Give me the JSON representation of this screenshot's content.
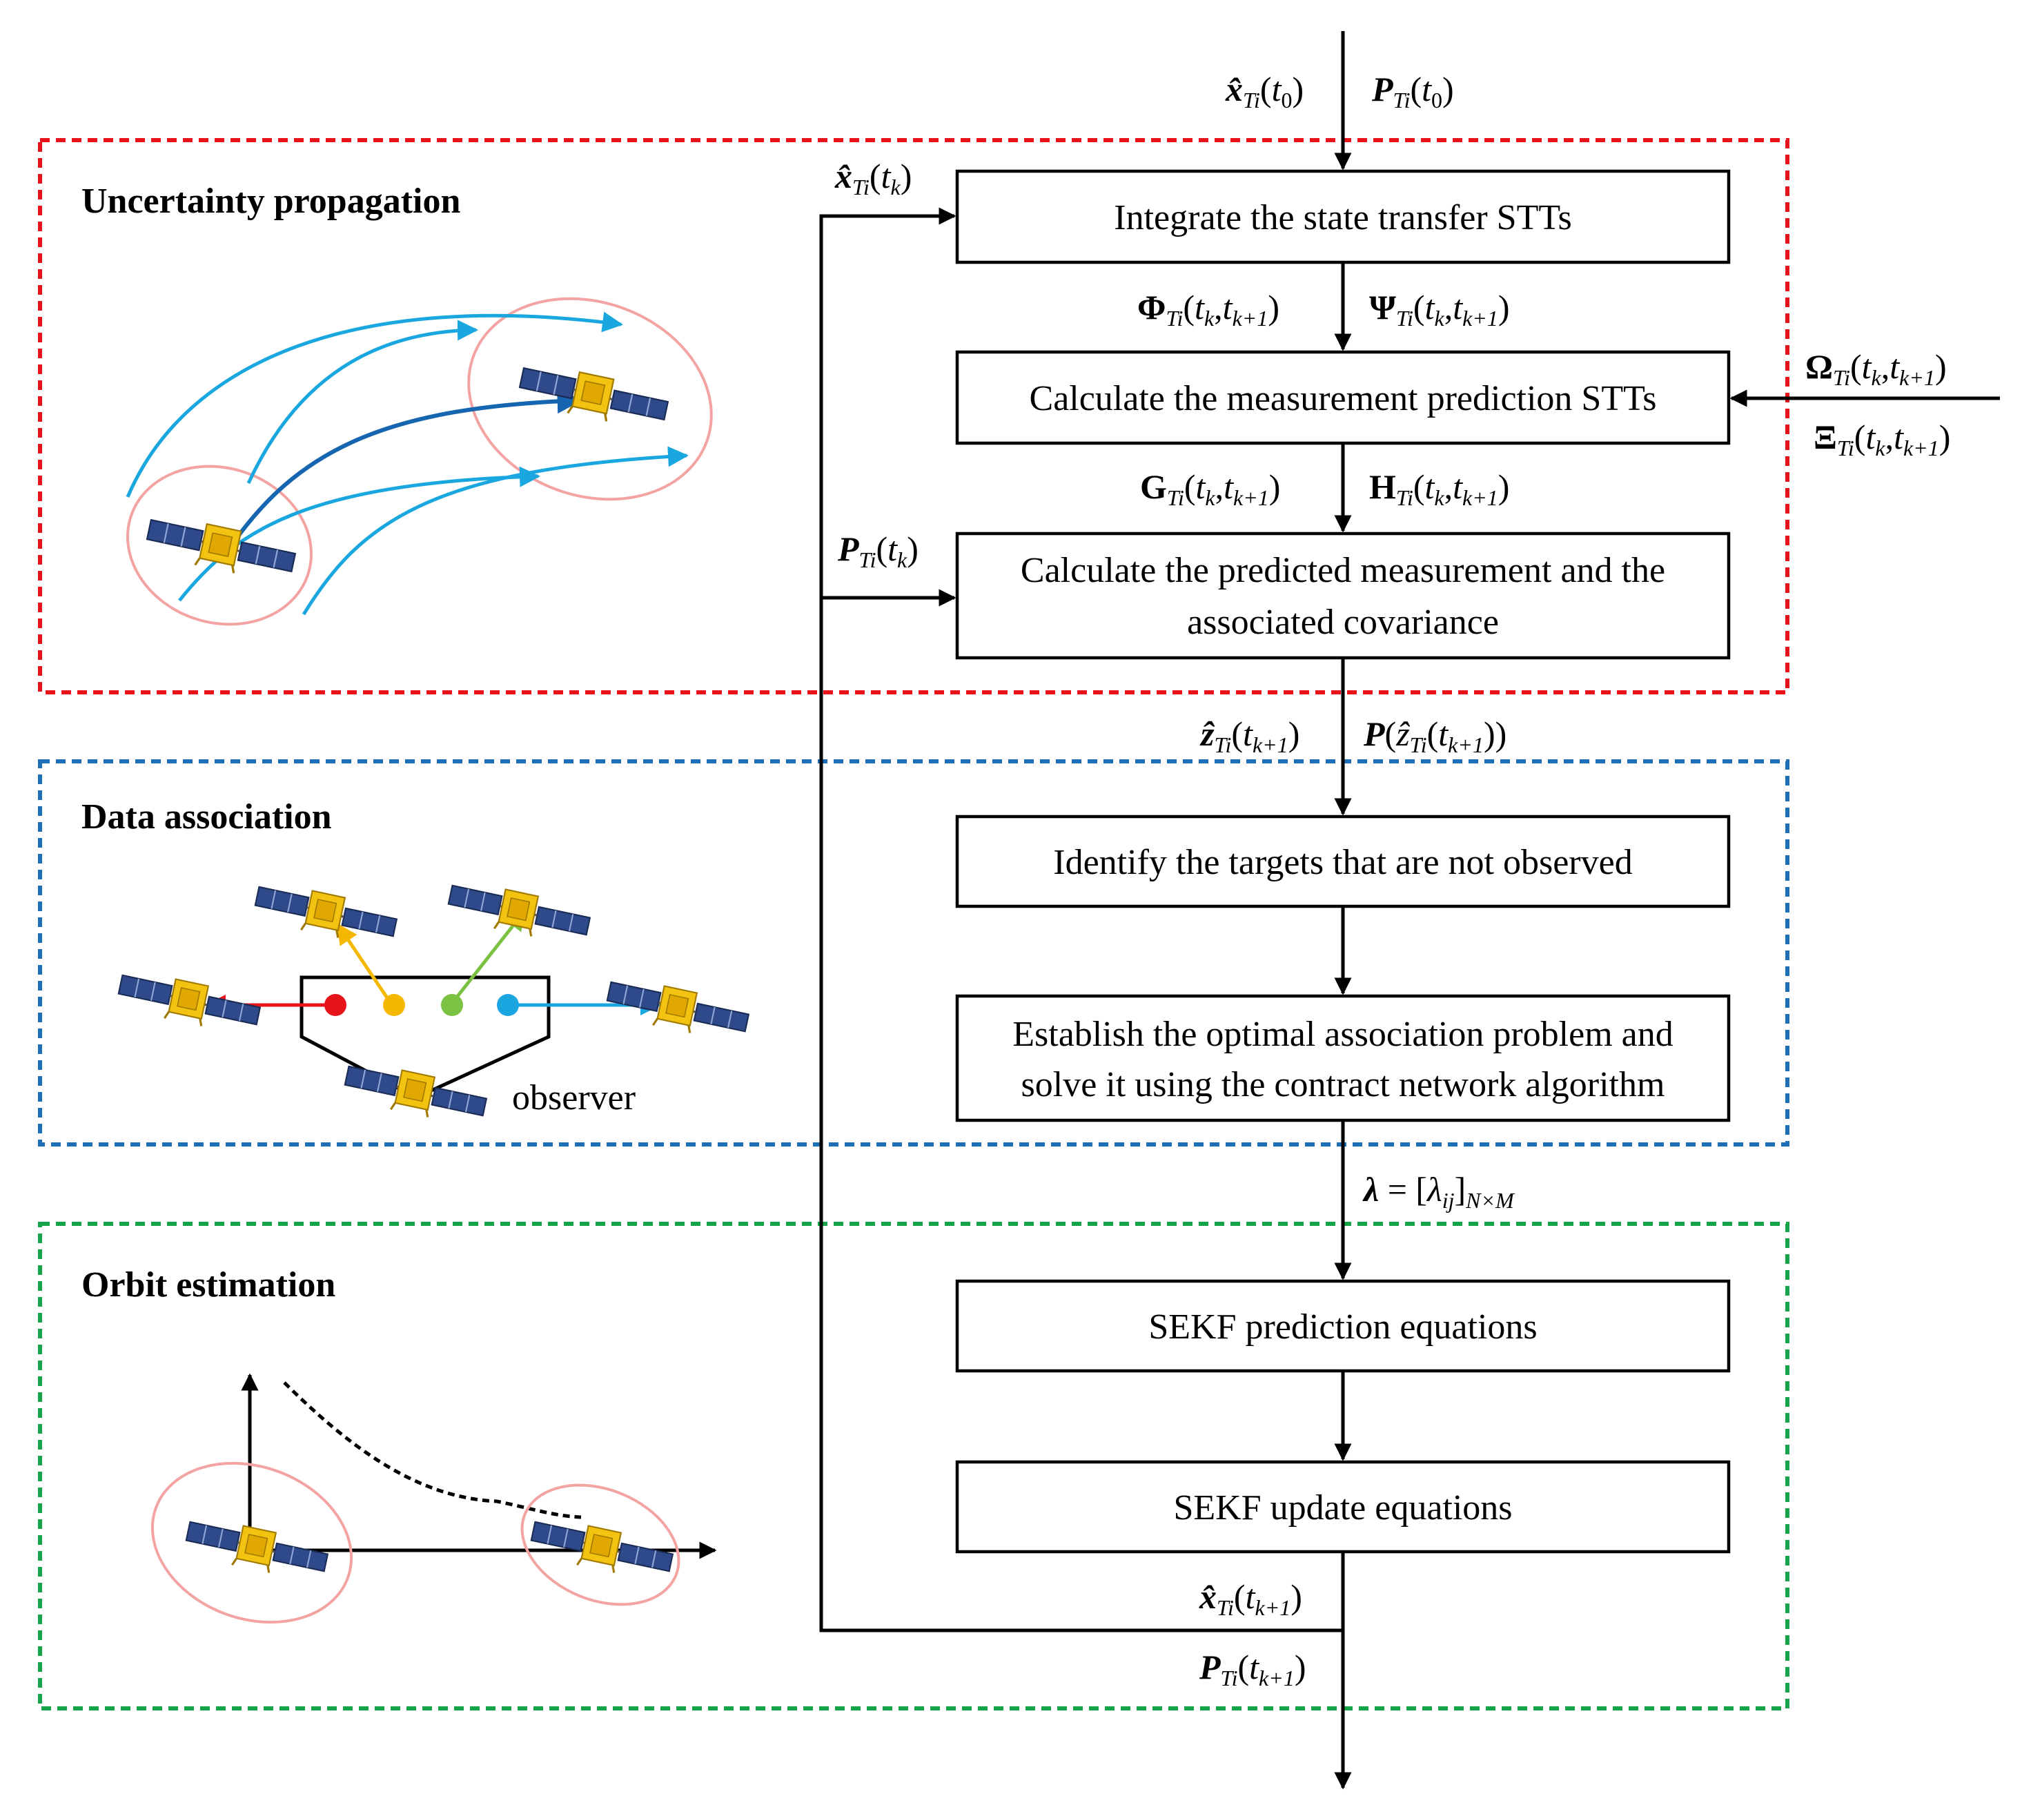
{
  "panels": {
    "uncertainty": {
      "title": "Uncertainty propagation",
      "color": "#e8141b"
    },
    "association": {
      "title": "Data association",
      "color": "#1f6fb8",
      "observer_label": "observer"
    },
    "estimation": {
      "title": "Orbit estimation",
      "color": "#16a34a"
    }
  },
  "boxes": {
    "integrate": "Integrate the state transfer STTs",
    "meas_pred": "Calculate the measurement prediction STTs",
    "pred_meas_line1": "Calculate the predicted measurement and the",
    "pred_meas_line2": "associated covariance",
    "identify": "Identify the targets that are not observed",
    "establish_line1": "Establish the optimal association problem and",
    "establish_line2": "solve it using the contract network algorithm",
    "sekf_pred": "SEKF prediction equations",
    "sekf_update": "SEKF update equations"
  },
  "symbols": {
    "x_t0": "x̂Ti(t0)",
    "P_t0": "PTi(t0)",
    "x_tk": "x̂Ti(tk)",
    "P_tk": "PTi(tk)",
    "Phi": "ΦTi(tk,tk+1)",
    "Psi": "ΨTi(tk,tk+1)",
    "Omega": "ΩTi(tk,tk+1)",
    "Xi": "ΞTi(tk,tk+1)",
    "G": "GTi(tk,tk+1)",
    "H": "HTi(tk,tk+1)",
    "z_hat": "ẑTi(tk+1)",
    "P_z": "P(ẑTi(tk+1))",
    "lambda": "λ = [λij]N×M",
    "x_tk1": "x̂Ti(tk+1)",
    "P_tk1": "PTi(tk+1)"
  },
  "icons": [
    "satellite-icon",
    "observer-satellite-icon"
  ],
  "colors": {
    "orbit_light": "#1aa7e0",
    "orbit_dark": "#1565b0",
    "ellipse": "#f4a3a3",
    "dot_red": "#e8141b",
    "dot_orange": "#f5b800",
    "dot_green": "#7cc242",
    "dot_blue": "#1aa7e0"
  }
}
